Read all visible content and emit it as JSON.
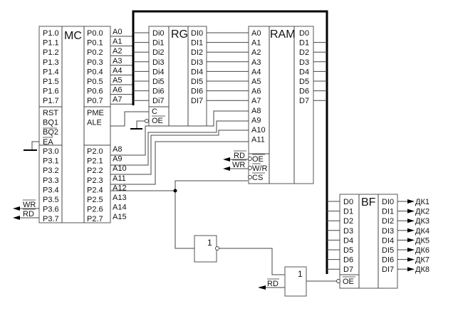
{
  "diagram": {
    "components": {
      "mc": {
        "title": "MC",
        "left_pins_top": [
          "P1.0",
          "P1.1",
          "P1.2",
          "P1.3",
          "P1.4",
          "P1.5",
          "P1.6",
          "P1.7"
        ],
        "left_pins_mid": [
          "RST",
          "BQ1",
          "BQ2",
          "EA"
        ],
        "left_pins_bot": [
          "P3.0",
          "P3.1",
          "P3.2",
          "P3.3",
          "P3.4",
          "P3.5",
          "P3.6",
          "P3.7"
        ],
        "right_pins_top": [
          "P0.0",
          "P0.1",
          "P0.2",
          "P0.3",
          "P0.4",
          "P0.5",
          "P0.6",
          "P0.7"
        ],
        "right_pins_mid": [
          "PME",
          "ALE"
        ],
        "right_pins_bot": [
          "P2.0",
          "P2.1",
          "P2.2",
          "P2.3",
          "P2.4",
          "P2.5",
          "P2.6",
          "P2.7"
        ],
        "addr_low": [
          "A0",
          "A1",
          "A2",
          "A3",
          "A4",
          "A5",
          "A6",
          "A7"
        ],
        "addr_high": [
          "A8",
          "A9",
          "A10",
          "A11",
          "A12",
          "A13",
          "A14",
          "A15"
        ],
        "port3_signals": {
          "p36": "WR",
          "p37": "RD"
        }
      },
      "rg": {
        "title": "RG",
        "inputs": [
          "Di0",
          "Di1",
          "Di2",
          "Di3",
          "Di4",
          "Di5",
          "Di6",
          "Di7"
        ],
        "outputs": [
          "DI0",
          "DI1",
          "DI2",
          "DI3",
          "DI4",
          "DI5",
          "DI6",
          "DI7"
        ],
        "control": [
          "C",
          "OE"
        ]
      },
      "ram": {
        "title": "RAM",
        "address": [
          "A0",
          "A1",
          "A2",
          "A3",
          "A4",
          "A5",
          "A6",
          "A7",
          "A8",
          "A9",
          "A10",
          "A11"
        ],
        "data": [
          "D0",
          "D1",
          "D2",
          "D3",
          "D4",
          "D5",
          "D6",
          "D7"
        ],
        "control": [
          "OE",
          "W/R",
          "CS"
        ],
        "control_signals": [
          "RD",
          "WR"
        ]
      },
      "bf": {
        "title": "BF",
        "inputs": [
          "D0",
          "D1",
          "D2",
          "D3",
          "D4",
          "D5",
          "D6",
          "D7"
        ],
        "outputs": [
          "DI0",
          "DI1",
          "DI2",
          "DI3",
          "DI4",
          "DI5",
          "DI6",
          "DI7"
        ],
        "control": [
          "OE"
        ],
        "output_signals": [
          "ДК1",
          "ДК2",
          "ДК3",
          "ДК4",
          "ДК5",
          "ДК6",
          "ДК7",
          "ДК8"
        ]
      },
      "gate1": {
        "label": "1"
      },
      "gate2": {
        "label": "1",
        "input_signal": "RD"
      }
    }
  }
}
